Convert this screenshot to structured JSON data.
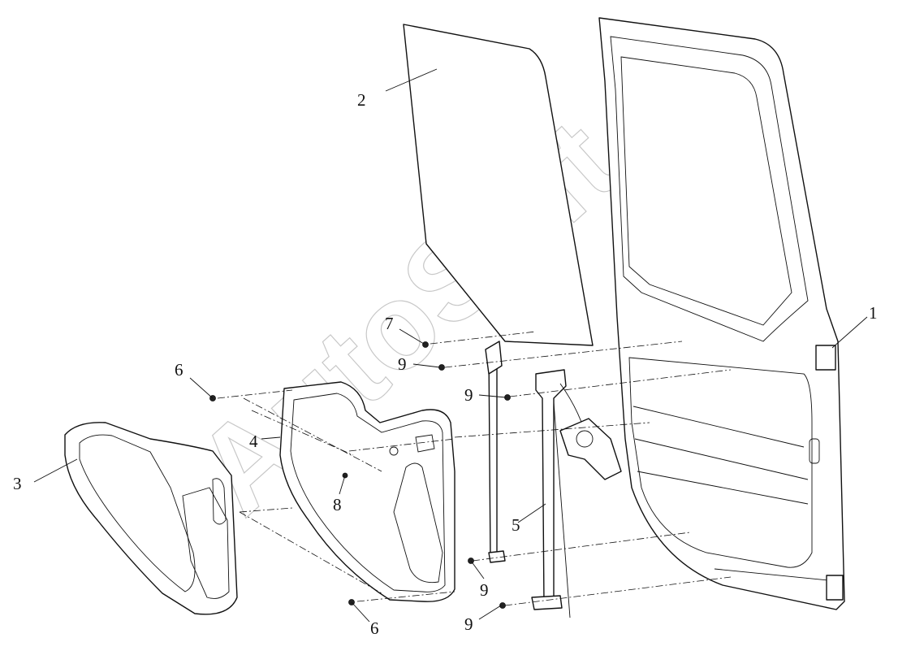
{
  "watermark": "AutoSoft",
  "callouts": {
    "c1": "1",
    "c2": "2",
    "c3": "3",
    "c4": "4",
    "c5": "5",
    "c6_top": "6",
    "c6_bottom": "6",
    "c7": "7",
    "c8": "8",
    "c9_a": "9",
    "c9_b": "9",
    "c9_c": "9",
    "c9_d": "9"
  }
}
